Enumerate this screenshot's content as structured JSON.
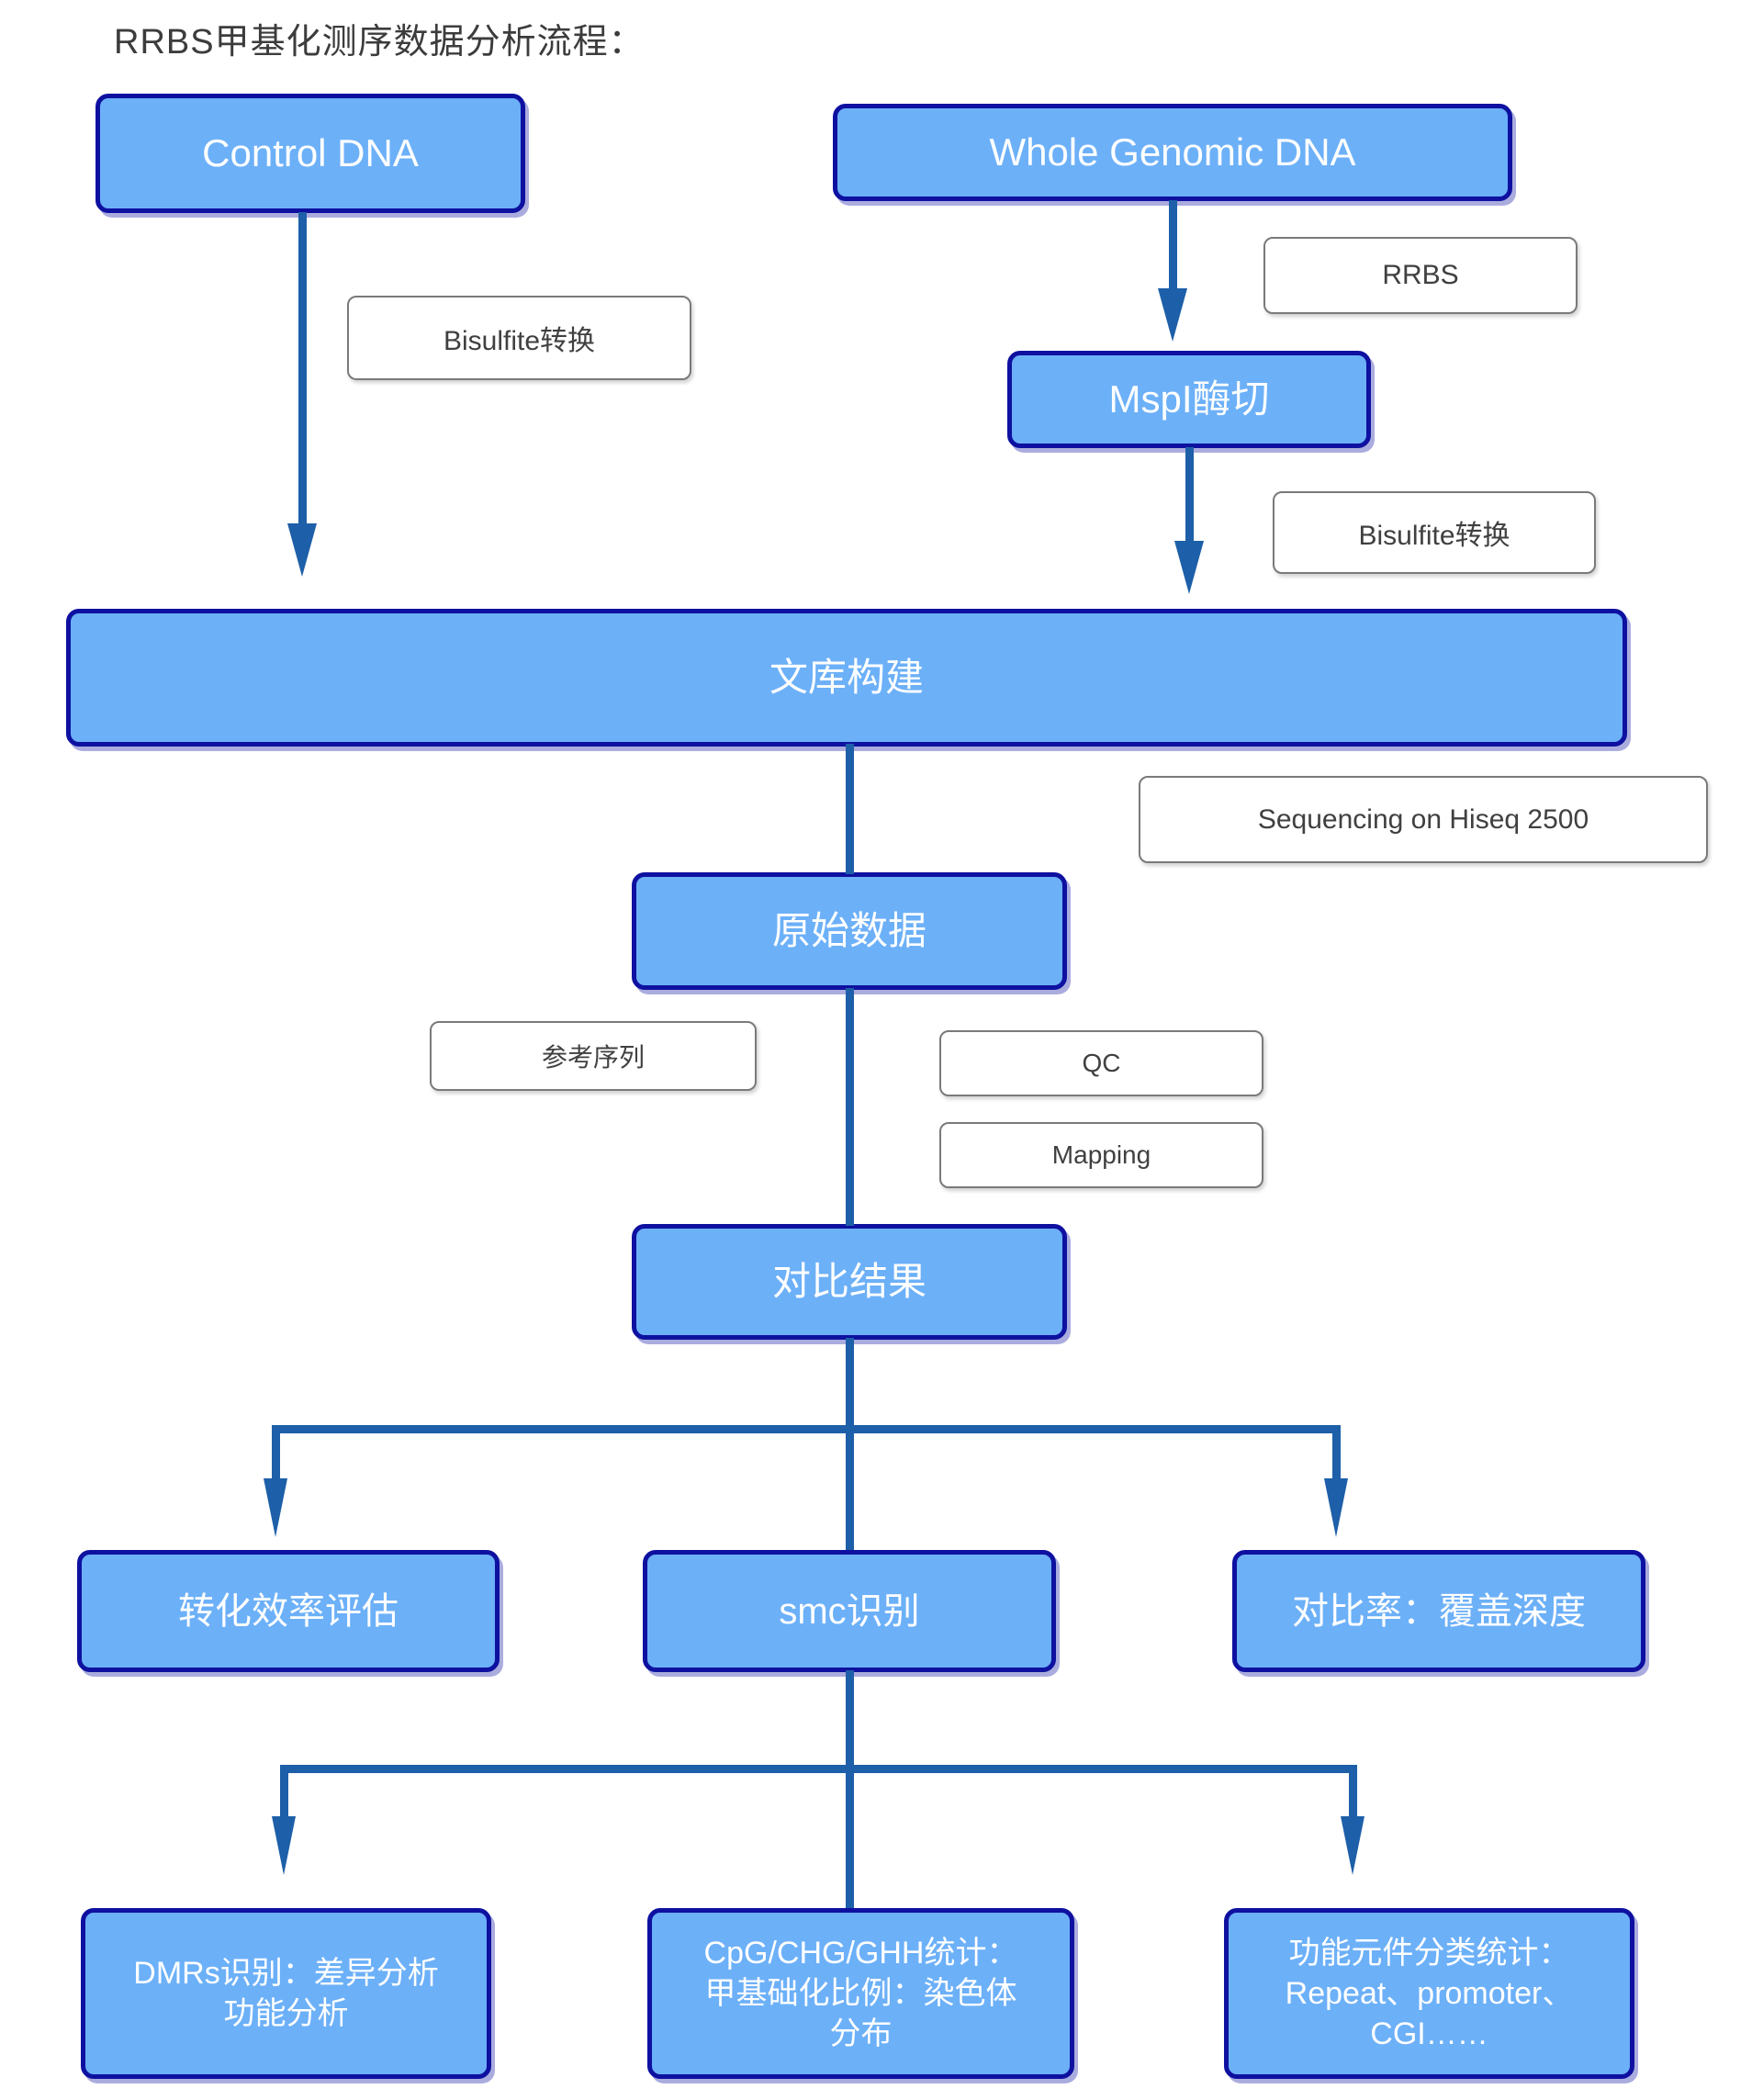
{
  "title": "RRBS甲基化测序数据分析流程：",
  "nodes": {
    "control_dna": "Control DNA",
    "whole_genomic_dna": "Whole Genomic DNA",
    "mspi_digestion": "MspI酶切",
    "library_construction": "文库构建",
    "raw_data": "原始数据",
    "alignment_result": "对比结果",
    "conversion_efficiency": "转化效率评估",
    "smc_identification": "smc识别",
    "alignment_rate_coverage": "对比率：覆盖深度",
    "dmrs": "DMRs识别：差异分析\n功能分析",
    "cpg_stats": "CpG/CHG/GHH统计：\n甲基础化比例：染色体\n分布",
    "functional_elements": "功能元件分类统计：\nRepeat、promoter、\nCGI……"
  },
  "labels": {
    "bisulfite_left": "Bisulfite转换",
    "rrbs": "RRBS",
    "bisulfite_right": "Bisulfite转换",
    "sequencing": "Sequencing on Hiseq 2500",
    "reference_sequence": "参考序列",
    "qc": "QC",
    "mapping": "Mapping"
  },
  "colors": {
    "node_fill": "#6cb0f8",
    "node_border": "#0e11a0",
    "node_text": "#ffffff",
    "connector": "#1d5fa8",
    "label_border": "#7a7a7a",
    "label_text": "#404040",
    "title_text": "#3c3c3c"
  }
}
